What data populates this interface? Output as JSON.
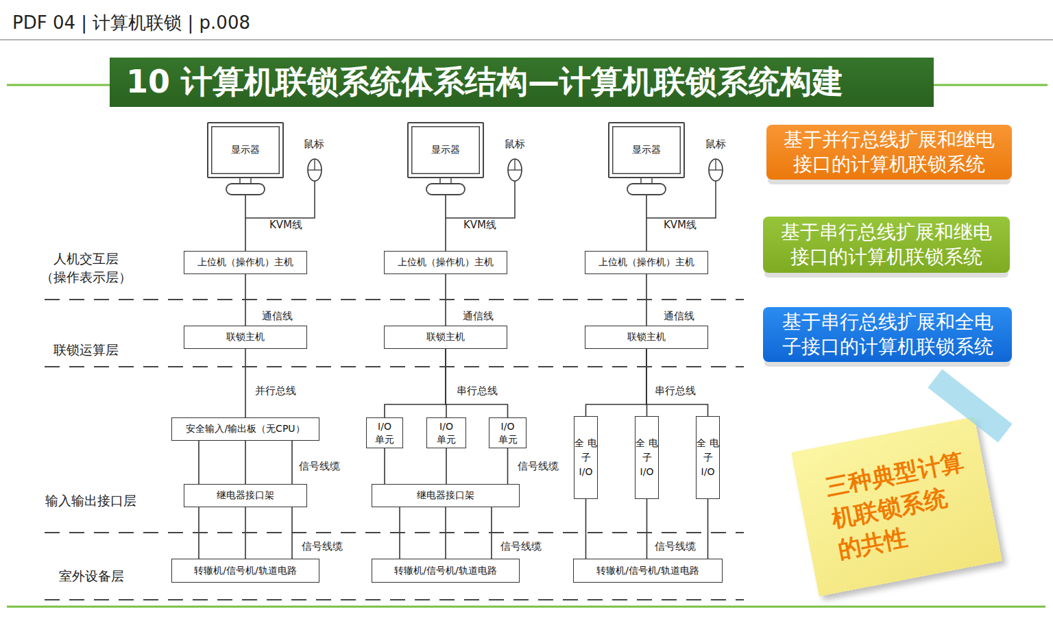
{
  "diagram": {
    "title": "10 计算机联锁系统体系结构—计算机联锁系统构建",
    "nodes": [
      {
        "text": [
          "显示器"
        ]
      },
      {
        "text": [
          "上位机（操作机）主机"
        ]
      },
      {
        "text": [
          "联锁主机"
        ]
      },
      {
        "text": [
          "安全输入/输出板（无CPU）"
        ]
      },
      {
        "text": [
          "继电器接口架"
        ]
      },
      {
        "text": [
          "转辙机/信号机/轨道电路"
        ]
      },
      {
        "text": [
          "显示器"
        ]
      },
      {
        "text": [
          "上位机（操作机）主机"
        ]
      },
      {
        "text": [
          "联锁主机"
        ]
      },
      {
        "text": [
          "I/O 单元"
        ]
      },
      {
        "text": [
          "I/O 单元"
        ]
      },
      {
        "text": [
          "I/O 单元"
        ]
      },
      {
        "text": [
          "继电器接口架"
        ]
      },
      {
        "text": [
          "转辙机/信号机/轨道电路"
        ]
      },
      {
        "text": [
          "显示器"
        ]
      },
      {
        "text": [
          "上位机（操作机）主机"
        ]
      },
      {
        "text": [
          "联锁主机"
        ]
      },
      {
        "text": [
          "全 电 子 I/O"
        ]
      },
      {
        "text": [
          "全 电 子 I/O"
        ]
      },
      {
        "text": [
          "全 电 子 I/O"
        ]
      },
      {
        "text": [
          "转辙机/信号机/轨道电路"
        ]
      },
      {
        "text": [
          "基于并行总线扩展和继电 接口的计算机联锁系统"
        ]
      },
      {
        "text": [
          "基于串行总线扩展和继电 接口的计算机联锁系统"
        ]
      },
      {
        "text": [
          "基于串行总线扩展和全电 子接口的计算机联锁系统"
        ]
      },
      {
        "text": [
          "三种典型计算 机联锁系统 的共性"
        ]
      }
    ],
    "edges": [
      {
        "from": 0,
        "to": 1,
        "arrow": "none",
        "label": "KVM线"
      },
      {
        "from": 1,
        "to": 2,
        "arrow": "none",
        "label": "通信线"
      },
      {
        "from": 2,
        "to": 3,
        "arrow": "none",
        "label": "并行总线"
      },
      {
        "from": 3,
        "to": 4,
        "arrow": "none"
      },
      {
        "from": 3,
        "to": 4,
        "arrow": "none"
      },
      {
        "from": 3,
        "to": 4,
        "arrow": "none",
        "label": "信号线缆"
      },
      {
        "from": 4,
        "to": 5,
        "arrow": "none"
      },
      {
        "from": 4,
        "to": 5,
        "arrow": "none"
      },
      {
        "from": 4,
        "to": 5,
        "arrow": "none",
        "label": "信号线缆"
      },
      {
        "from": 6,
        "to": 7,
        "arrow": "none",
        "label": "KVM线"
      },
      {
        "from": 7,
        "to": 8,
        "arrow": "none",
        "label": "通信线"
      },
      {
        "from": 8,
        "to": 9,
        "arrow": "none"
      },
      {
        "from": 8,
        "to": 10,
        "arrow": "none",
        "label": "串行总线"
      },
      {
        "from": 8,
        "to": 11,
        "arrow": "none"
      },
      {
        "from": 9,
        "to": 12,
        "arrow": "none"
      },
      {
        "from": 10,
        "to": 12,
        "arrow": "none"
      },
      {
        "from": 11,
        "to": 12,
        "arrow": "none",
        "label": "信号线缆"
      },
      {
        "from": 12,
        "to": 13,
        "arrow": "none"
      },
      {
        "from": 12,
        "to": 13,
        "arrow": "none"
      },
      {
        "from": 12,
        "to": 13,
        "arrow": "none",
        "label": "信号线缆"
      },
      {
        "from": 14,
        "to": 15,
        "arrow": "none",
        "label": "KVM线"
      },
      {
        "from": 15,
        "to": 16,
        "arrow": "none",
        "label": "通信线"
      },
      {
        "from": 16,
        "to": 17,
        "arrow": "none"
      },
      {
        "from": 16,
        "to": 18,
        "arrow": "none",
        "label": "串行总线"
      },
      {
        "from": 16,
        "to": 19,
        "arrow": "none"
      },
      {
        "from": 17,
        "to": 20,
        "arrow": "none"
      },
      {
        "from": 18,
        "to": 20,
        "arrow": "none",
        "label": "信号线缆"
      },
      {
        "from": 19,
        "to": 20,
        "arrow": "none"
      }
    ],
    "labels": [
      "PDF 04 | 计算机联锁 | p.008",
      "鼠标",
      "鼠标",
      "鼠标",
      "人机交互层 （操作表示层）",
      "联锁运算层",
      "输入输出接口层",
      "室外设备层"
    ]
  }
}
